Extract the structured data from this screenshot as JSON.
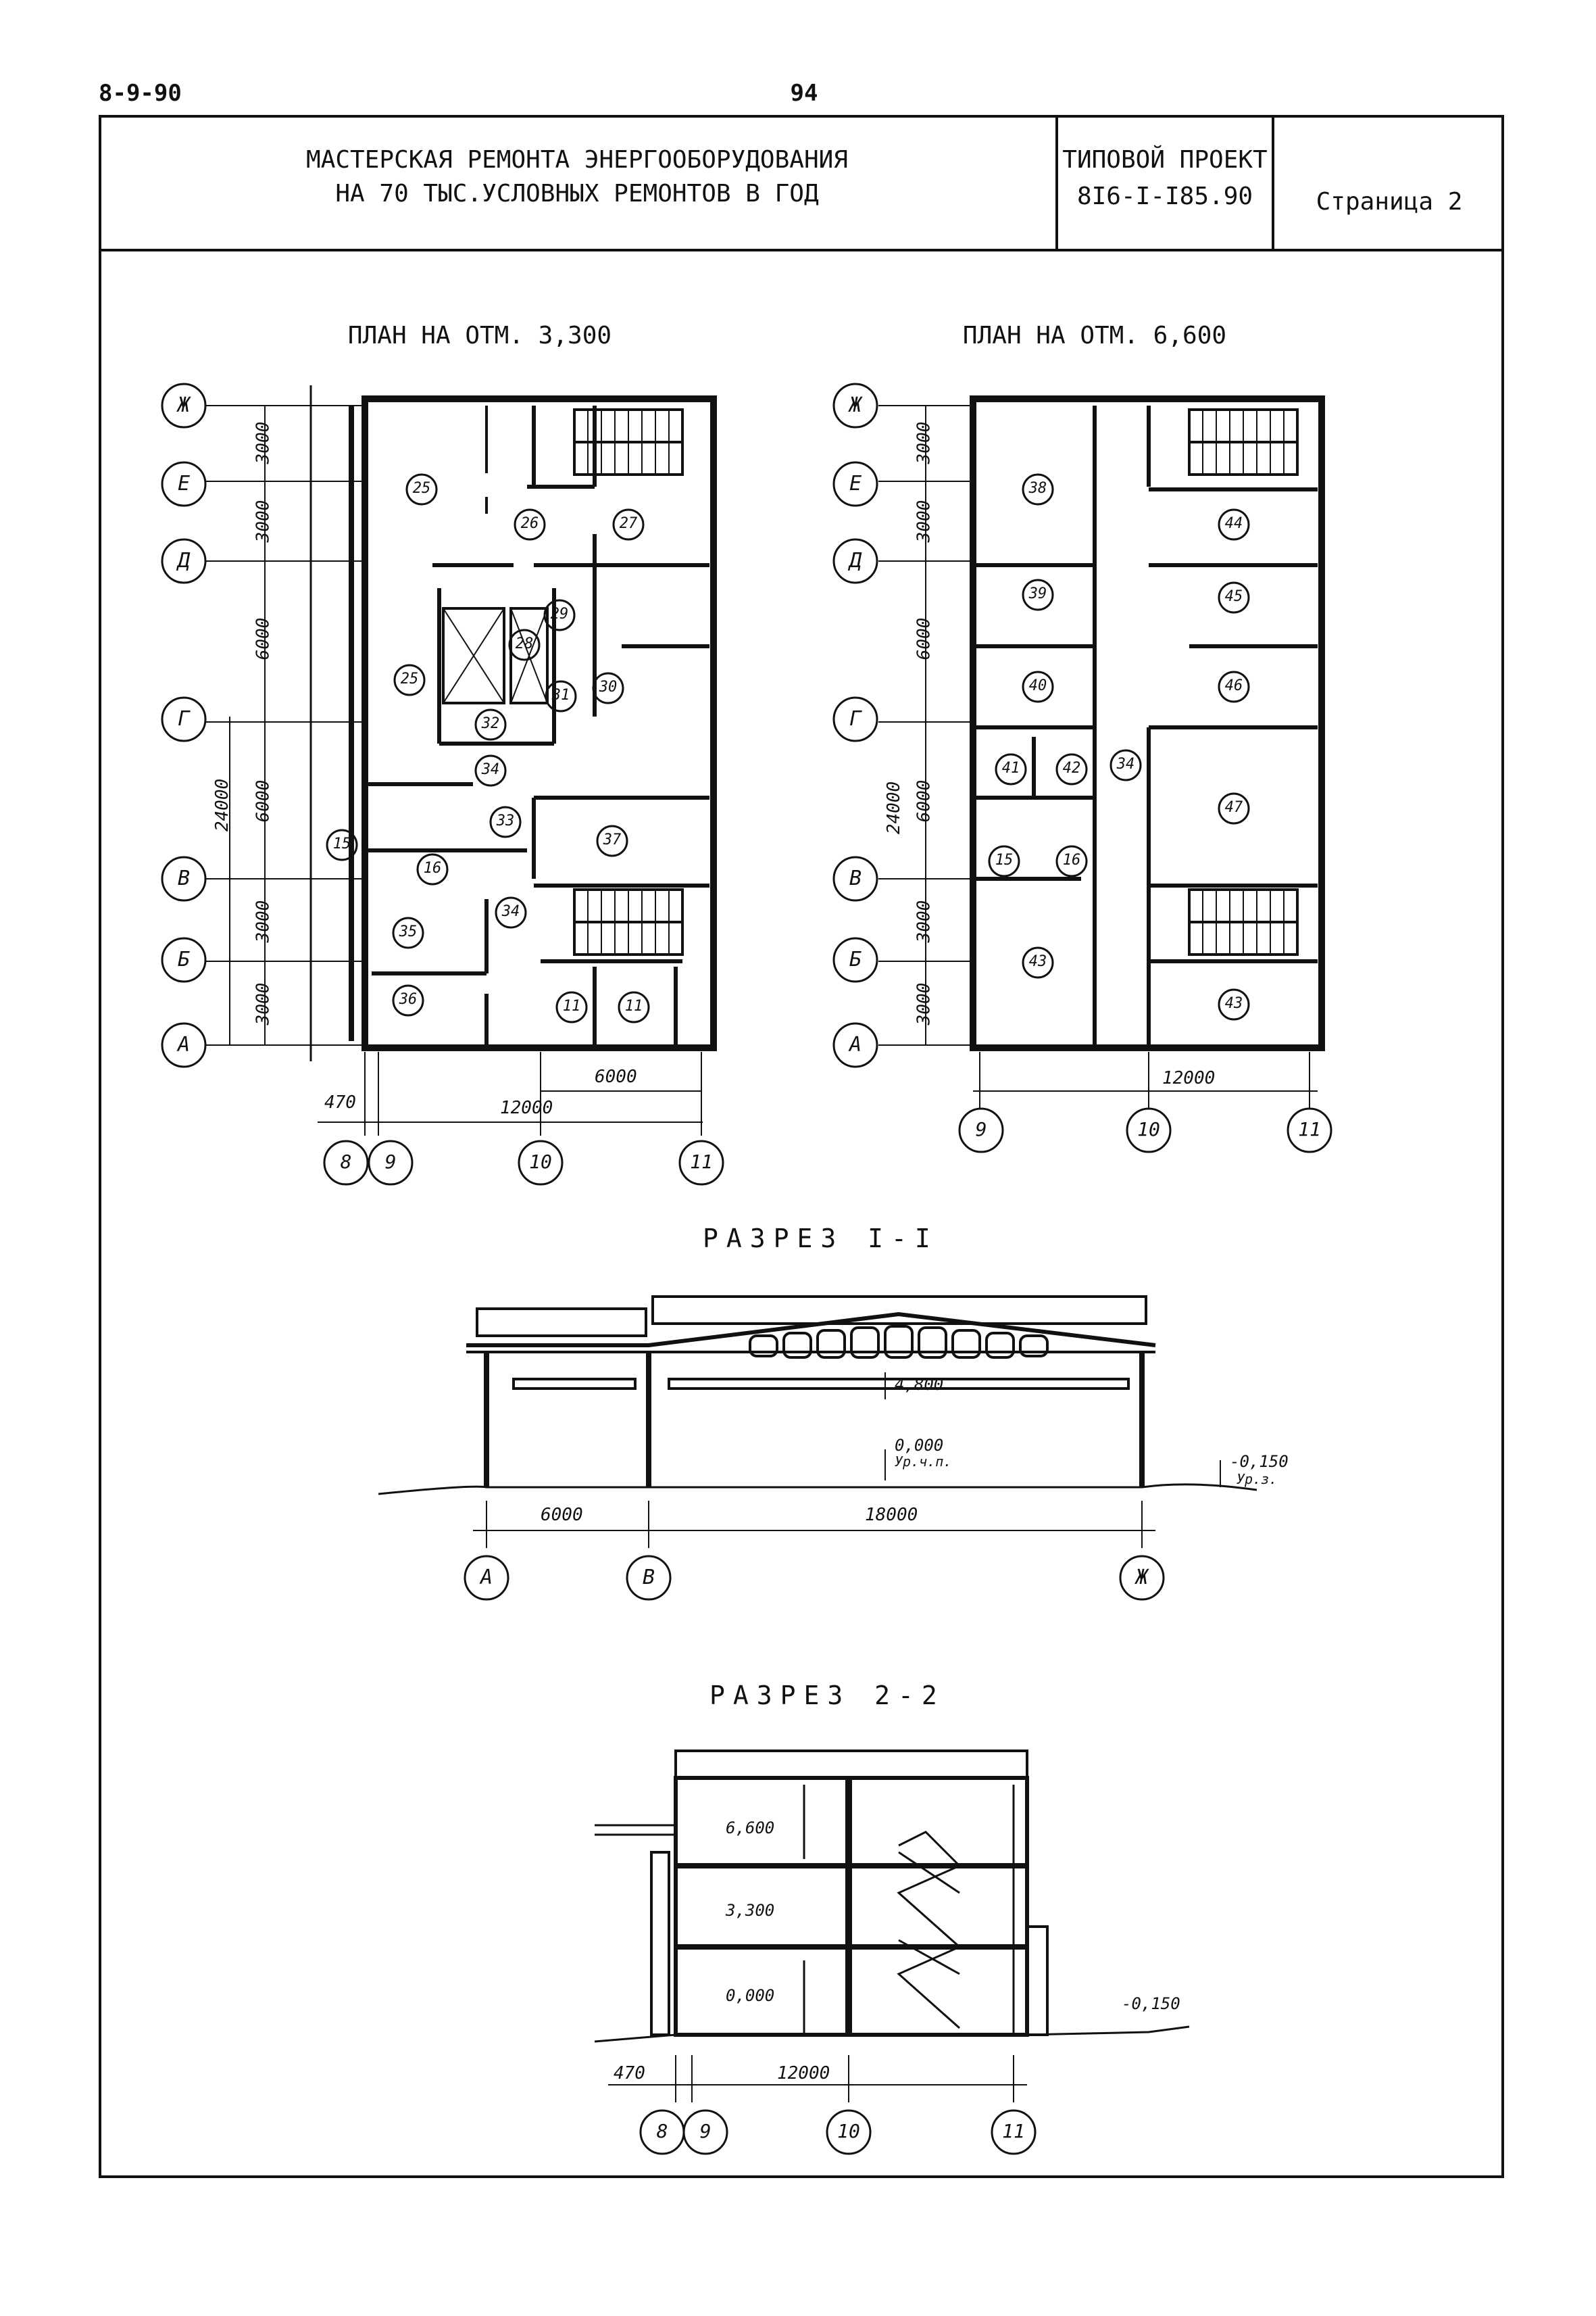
{
  "header": {
    "code": "8-9-90",
    "page_number": "94"
  },
  "title_block": {
    "title_line1": "МАСТЕРСКАЯ РЕМОНТА ЭНЕРГООБОРУДОВАНИЯ",
    "title_line2": "НА 70 ТЫС.УСЛОВНЫХ РЕМОНТОВ В ГОД",
    "project_label": "ТИПОВОЙ ПРОЕКТ",
    "project_number": "8I6-I-I85.90",
    "page_label": "Страница 2"
  },
  "plan1": {
    "title": "ПЛАН НА ОТМ. 3,300",
    "rows": [
      "Ж",
      "Е",
      "Д",
      "Г",
      "В",
      "Б",
      "А"
    ],
    "row_dims": [
      "3000",
      "3000",
      "6000",
      "6000",
      "3000",
      "3000"
    ],
    "total_dim": "24000",
    "cols": [
      "8",
      "9",
      "10",
      "11"
    ],
    "dim_470": "470",
    "dim_12000": "12000",
    "dim_6000": "6000",
    "rooms": [
      "25",
      "26",
      "27",
      "25",
      "28",
      "29",
      "30",
      "31",
      "32",
      "34",
      "33",
      "37",
      "15",
      "16",
      "35",
      "34",
      "36",
      "11",
      "11"
    ]
  },
  "plan2": {
    "title": "ПЛАН НА ОТМ. 6,600",
    "rows": [
      "Ж",
      "Е",
      "Д",
      "Г",
      "В",
      "Б",
      "А"
    ],
    "row_dims": [
      "3000",
      "3000",
      "6000",
      "6000",
      "3000",
      "3000"
    ],
    "total_dim": "24000",
    "cols": [
      "9",
      "10",
      "11"
    ],
    "dim_12000": "12000",
    "rooms": [
      "38",
      "44",
      "39",
      "45",
      "40",
      "46",
      "41",
      "42",
      "34",
      "47",
      "15",
      "16",
      "43",
      "43"
    ]
  },
  "section1": {
    "title": "РАЗРЕЗ I-I",
    "mark_4800": "4,800",
    "mark_0000": "0,000",
    "mark_0000_note": "Ур.ч.п.",
    "mark_0150": "-0,150",
    "mark_0150_note": "Ур.з.",
    "dim_6000": "6000",
    "dim_18000": "18000",
    "axes": [
      "А",
      "В",
      "Ж"
    ]
  },
  "section2": {
    "title": "РАЗРЕЗ 2-2",
    "mark_6600": "6,600",
    "mark_3300": "3,300",
    "mark_0000": "0,000",
    "mark_0150": "-0,150",
    "dim_470": "470",
    "dim_12000": "12000",
    "axes": [
      "8",
      "9",
      "10",
      "11"
    ]
  }
}
